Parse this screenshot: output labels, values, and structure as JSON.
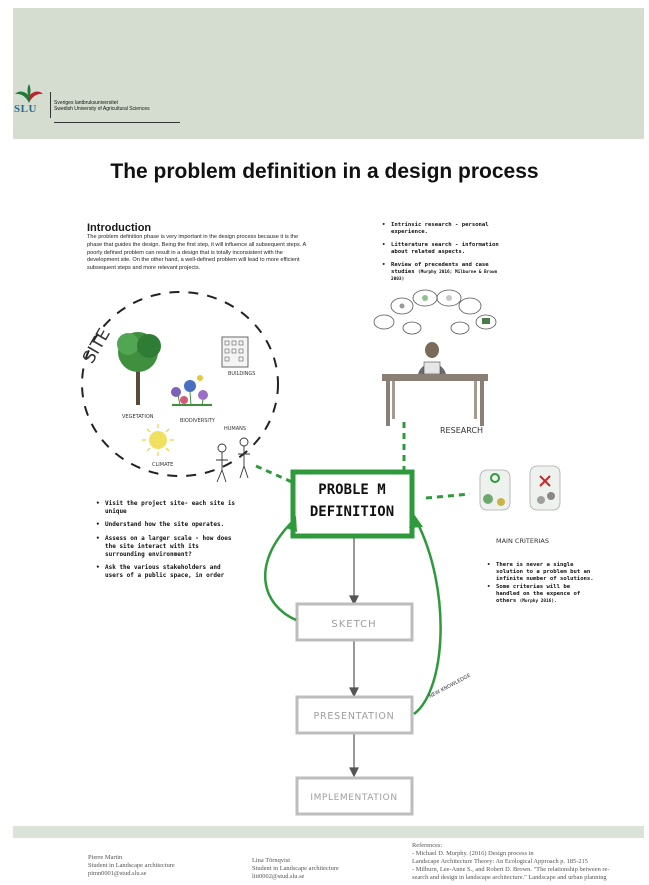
{
  "header": {
    "logo_text": "SLU",
    "university_sv": "Sveriges lantbruksuniversitet",
    "university_en": "Swedish University of Agricultural Sciences"
  },
  "title": "The problem definition in a design process",
  "intro": {
    "heading": "Introduction",
    "body": "The problem definition phase is very important in the design process because it is the phase that guides the design. Being the first step, it will influence all subsequent steps. A poorly defined problem can result in a design that is totally inconsistent with the development site. On the other hand, a well-defined problem will lead to more efficient subsequent steps and more relevant projects."
  },
  "research_bullets": [
    {
      "text": "Intrinsic research - personal experience."
    },
    {
      "text": "Litterature search - information about related aspects."
    },
    {
      "text": "Review of precedents and case studies",
      "ref": "(Murphy 2016; Milburne & Brown 2003)"
    }
  ],
  "site_bullets": [
    "Visit the project site- each site is unique",
    "Understand how the site operates.",
    "Assess on a larger scale - how does the site interact with its surrounding environment?",
    "Ask the various stakeholders and users of a public space, in order"
  ],
  "criteria_bullets": [
    {
      "text": "There is never a single solution to a problem but an infinite number of solutions."
    },
    {
      "text": "Some criterias will be handled on the expence of others",
      "ref": "(Murphy 2016)."
    }
  ],
  "sketch_labels": {
    "site": "SITE",
    "vegetation": "VEGETATION",
    "biodiversity": "BIODIVERSITY",
    "buildings": "BUILDINGS",
    "humans": "HUMANS",
    "climate": "CLIMATE",
    "research": "RESEARCH",
    "main_criterias": "MAIN CRITERIAS",
    "new_knowledge": "NEW KNOWLEDGE"
  },
  "process": {
    "problem_line1": "PROBLE M",
    "problem_line2": "DEFINITION",
    "sketch": "SKETCH",
    "presentation": "PRESENTATION",
    "implementation": "IMPLEMENTATION"
  },
  "colors": {
    "green": "#2e9a3c",
    "box_grey": "#bdbdbd",
    "header_band": "#d4ddd0"
  },
  "footer": {
    "author1": {
      "name": "Pierre Martin",
      "role": "Student in Landscape architecture",
      "email": "pimn0001@stud.slu.se"
    },
    "author2": {
      "name": "Lina Törnqvist",
      "role": "Student in Landscape architecture",
      "email": "litt0002@stud.slu.se"
    },
    "references_heading": "References:",
    "references": [
      "- Michael D. Murphy. (2016) Design process in",
      "Landscape Architecture Theory: An Ecological Approach p. 185-215",
      "- Milburn, Lee-Anne S., and Robert D. Brown. \"The relationship between re-",
      "search and design in landscape architecture.\" Landscape and urban planning"
    ]
  }
}
